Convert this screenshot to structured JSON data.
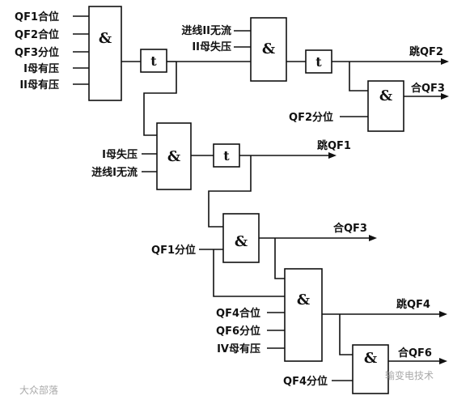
{
  "gate_symbol": "&",
  "timer_symbol": "t",
  "gate1_inputs": [
    "QF1合位",
    "QF2合位",
    "QF3分位",
    "I母有压",
    "II母有压"
  ],
  "gate2_inputs": [
    "进线II无流",
    "II母失压"
  ],
  "gate4_inputs": [
    "I母失压",
    "进线I无流"
  ],
  "outputs": {
    "trip_qf2": "跳QF2",
    "close_qf3_top": "合QF3",
    "trip_qf1": "跳QF1",
    "close_qf3_mid": "合QF3",
    "trip_qf4": "跳QF4",
    "close_qf6": "合QF6"
  },
  "inputs": {
    "qf2_open": "QF2分位",
    "qf1_open": "QF1分位",
    "qf4_closed": "QF4合位",
    "qf6_open": "QF6分位",
    "iv_bus_voltage": "IV母有压",
    "qf4_open": "QF4分位"
  },
  "watermark": {
    "left": "大众部落",
    "right": "输变电技术"
  }
}
